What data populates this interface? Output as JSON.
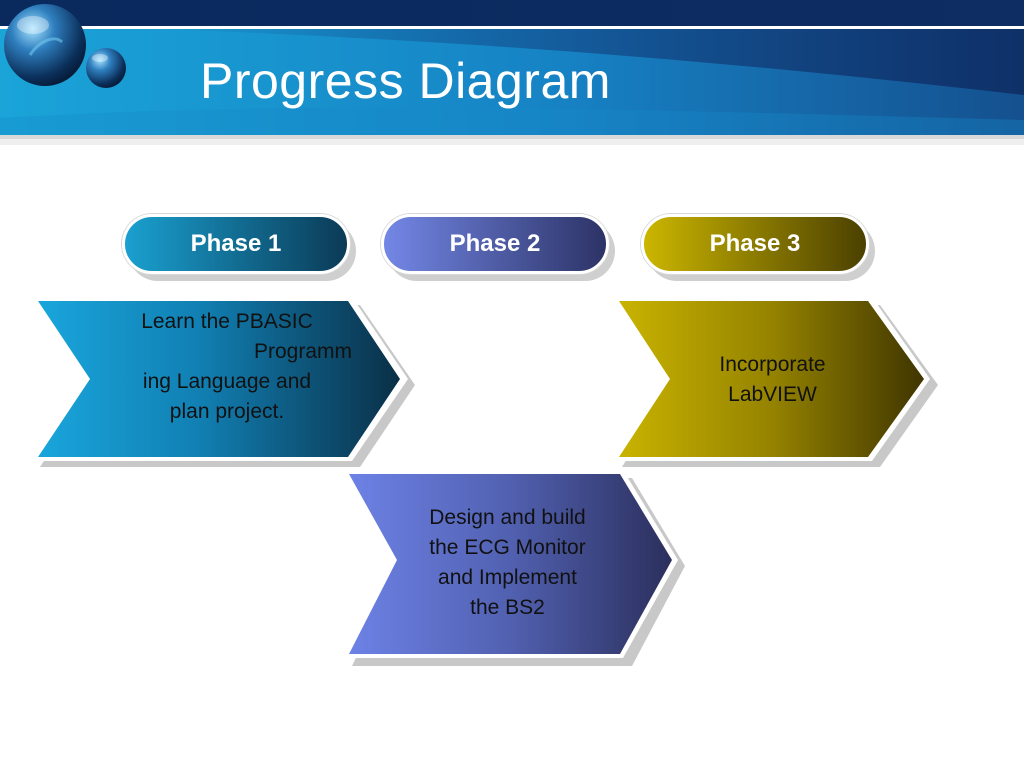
{
  "slide": {
    "title": "Progress Diagram"
  },
  "phases": [
    {
      "label": "Phase 1",
      "color_start": "#1aa0d0",
      "color_end": "#0b3a56"
    },
    {
      "label": "Phase 2",
      "color_start": "#6f82e0",
      "color_end": "#2d3466"
    },
    {
      "label": "Phase 3",
      "color_start": "#c9b400",
      "color_end": "#4a3f00"
    }
  ],
  "steps": [
    {
      "lines": [
        "Learn the PBASIC",
        "Programm",
        "ing Language and",
        "plan project."
      ]
    },
    {
      "lines": [
        "Design and build",
        "the ECG Monitor",
        "and Implement",
        "the BS2"
      ]
    },
    {
      "lines": [
        "Incorporate",
        "LabVIEW"
      ]
    }
  ],
  "colors": {
    "header_dark": "#0d3f85",
    "header_light": "#1aa7d6"
  }
}
